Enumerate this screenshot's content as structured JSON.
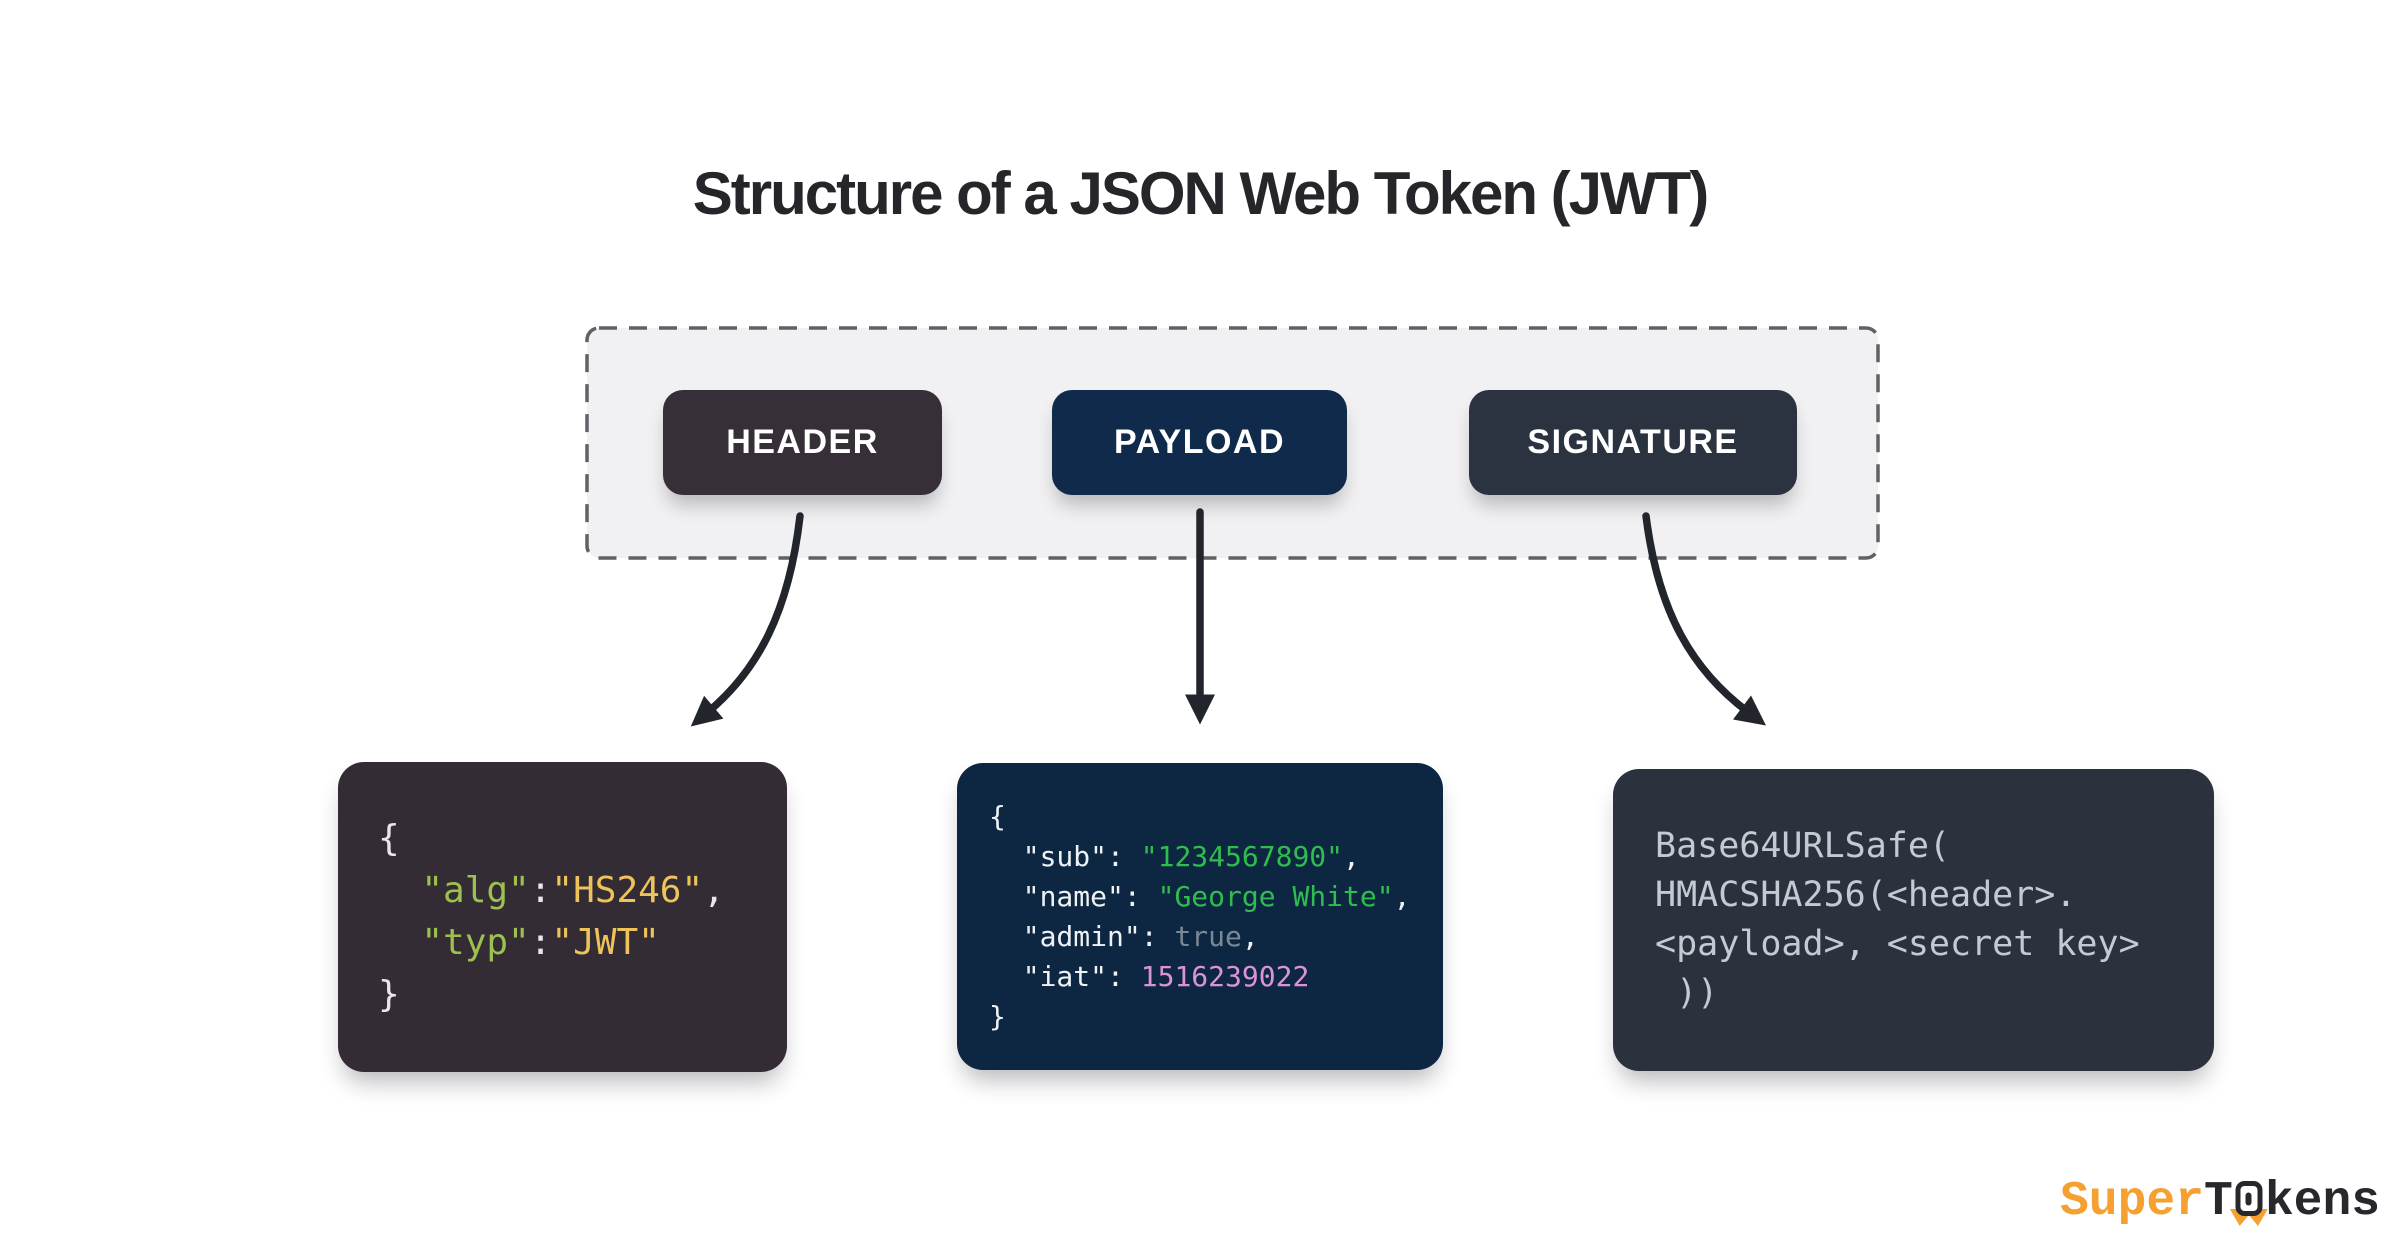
{
  "title": "Structure of a JSON Web Token (JWT)",
  "colors": {
    "title": "#26262a",
    "arrow": "#22252b",
    "panel_bg": "#f1f1f3",
    "panel_border": "#606066",
    "logo_orange": "#f5a030",
    "logo_dark": "#26282b"
  },
  "syntax_colors": {
    "punct": "#e9e7ea",
    "key_green": "#9cc14f",
    "val_yellow": "#eec35a",
    "punct_w": "#eef1f5",
    "key_white": "#eef1f5",
    "val_green": "#2ebd4e",
    "bool_gray": "#7a8796",
    "num_pink": "#db93d8",
    "plain": "#c5cad2"
  },
  "token_bar": {
    "segments": [
      {
        "id": "header",
        "label": "HEADER",
        "color": "#372f38"
      },
      {
        "id": "payload",
        "label": "PAYLOAD",
        "color": "#102a4c"
      },
      {
        "id": "signature",
        "label": "SIGNATURE",
        "color": "#2b3340"
      }
    ]
  },
  "code_boxes": [
    {
      "id": "header-json",
      "bg": "#342c34",
      "lines": [
        [
          {
            "t": "{",
            "c": "punct"
          }
        ],
        [
          {
            "t": "  ",
            "c": "punct"
          },
          {
            "t": "\"alg\"",
            "c": "key_green"
          },
          {
            "t": ":",
            "c": "punct"
          },
          {
            "t": "\"HS246\"",
            "c": "val_yellow"
          },
          {
            "t": ",",
            "c": "punct"
          }
        ],
        [
          {
            "t": "  ",
            "c": "punct"
          },
          {
            "t": "\"typ\"",
            "c": "key_green"
          },
          {
            "t": ":",
            "c": "punct"
          },
          {
            "t": "\"JWT\"",
            "c": "val_yellow"
          }
        ],
        [
          {
            "t": "}",
            "c": "punct"
          }
        ]
      ]
    },
    {
      "id": "payload-json",
      "bg": "#0d2742",
      "lines": [
        [
          {
            "t": "{",
            "c": "punct_w"
          }
        ],
        [
          {
            "t": "  ",
            "c": "punct_w"
          },
          {
            "t": "\"sub\"",
            "c": "key_white"
          },
          {
            "t": ": ",
            "c": "punct_w"
          },
          {
            "t": "\"1234567890\"",
            "c": "val_green"
          },
          {
            "t": ",",
            "c": "punct_w"
          }
        ],
        [
          {
            "t": "  ",
            "c": "punct_w"
          },
          {
            "t": "\"name\"",
            "c": "key_white"
          },
          {
            "t": ": ",
            "c": "punct_w"
          },
          {
            "t": "\"George White\"",
            "c": "val_green"
          },
          {
            "t": ",",
            "c": "punct_w"
          }
        ],
        [
          {
            "t": "  ",
            "c": "punct_w"
          },
          {
            "t": "\"admin\"",
            "c": "key_white"
          },
          {
            "t": ": ",
            "c": "punct_w"
          },
          {
            "t": "true",
            "c": "bool_gray"
          },
          {
            "t": ",",
            "c": "punct_w"
          }
        ],
        [
          {
            "t": "  ",
            "c": "punct_w"
          },
          {
            "t": "\"iat\"",
            "c": "key_white"
          },
          {
            "t": ": ",
            "c": "punct_w"
          },
          {
            "t": "1516239022",
            "c": "num_pink"
          }
        ],
        [
          {
            "t": "}",
            "c": "punct_w"
          }
        ]
      ]
    },
    {
      "id": "signature-formula",
      "bg": "#2b323d",
      "lines": [
        [
          {
            "t": "Base64URLSafe(",
            "c": "plain"
          }
        ],
        [
          {
            "t": "HMACSHA256(<header>.",
            "c": "plain"
          }
        ],
        [
          {
            "t": "<payload>, <secret key>",
            "c": "plain"
          }
        ],
        [
          {
            "t": " ))",
            "c": "plain"
          }
        ]
      ]
    }
  ],
  "logo": {
    "super": "Super",
    "t": "T",
    "rest": "kens"
  }
}
